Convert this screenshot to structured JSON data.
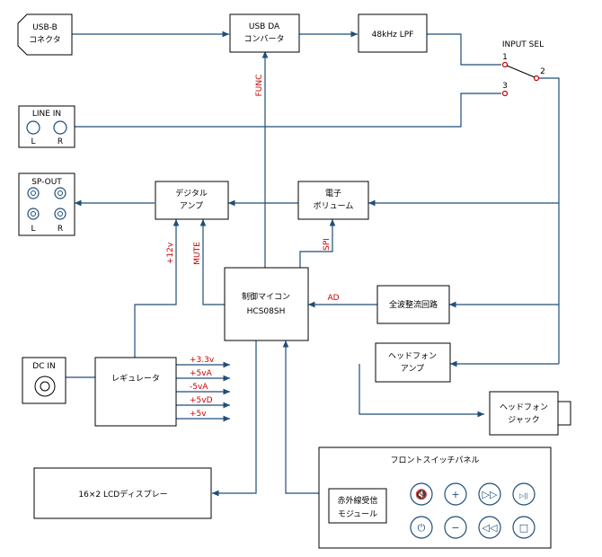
{
  "blocks": {
    "usb_b": [
      "USB-B",
      "コネクタ"
    ],
    "usb_da": [
      "USB DA",
      "コンバータ"
    ],
    "lpf": "48kHz LPF",
    "input_sel": "INPUT SEL",
    "sel_1": "1",
    "sel_2": "2",
    "sel_3": "3",
    "line_in": "LINE IN",
    "line_in_l": "L",
    "line_in_r": "R",
    "sp_out": "SP-OUT",
    "sp_out_l": "L",
    "sp_out_r": "R",
    "digital_amp": [
      "デジタル",
      "アンプ"
    ],
    "e_volume": [
      "電子",
      "ボリューム"
    ],
    "mcu": [
      "制御マイコン",
      "HCS08SH"
    ],
    "rectifier": "全波整流回路",
    "hp_amp": [
      "ヘッドフォン",
      "アンプ"
    ],
    "hp_jack": [
      "ヘッドフォン",
      "ジャック"
    ],
    "dc_in": "DC IN",
    "regulator": "レギュレータ",
    "lcd": "16×2 LCDディスプレー",
    "front_panel": "フロントスイッチパネル",
    "ir_module": [
      "赤外線受信",
      "モジュール"
    ]
  },
  "signals": {
    "func": "FUNC",
    "spi": "SPI",
    "mute": "MUTE",
    "v12": "+12v",
    "ad": "AD"
  },
  "rails": [
    "+3.3v",
    "+5vA",
    "-5vA",
    "+5vD",
    "+5v"
  ],
  "panel_buttons": [
    {
      "icon": "mute-icon",
      "glyph": "🔇"
    },
    {
      "icon": "plus-icon",
      "glyph": "+"
    },
    {
      "icon": "fast-forward-icon",
      "glyph": "▷▷"
    },
    {
      "icon": "play-pause-icon",
      "glyph": "▷||"
    },
    {
      "icon": "power-icon",
      "glyph": "⏻"
    },
    {
      "icon": "minus-icon",
      "glyph": "−"
    },
    {
      "icon": "rewind-icon",
      "glyph": "◁◁"
    },
    {
      "icon": "stop-icon",
      "glyph": "□"
    }
  ],
  "colors": {
    "line": "#1f4e79",
    "signal_label": "#cc0000",
    "block_border": "#000000"
  }
}
